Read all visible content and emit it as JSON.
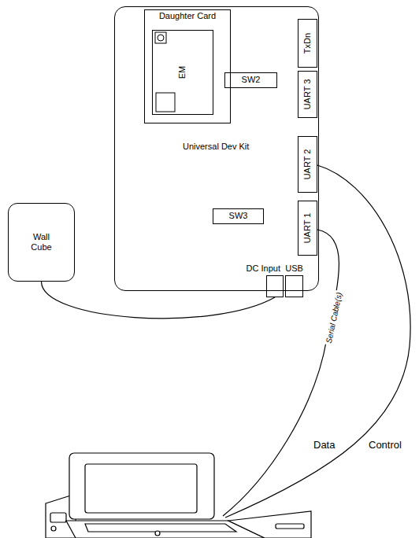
{
  "diagram": {
    "nodes": [
      {
        "text": [
          "Universal Dev Kit"
        ]
      },
      {
        "text": [
          "Daughter Card"
        ],
        "in": 0
      },
      {
        "text": [
          "EM"
        ],
        "in": 1
      },
      {
        "text": [
          "TxDn"
        ],
        "in": 0
      },
      {
        "text": [
          "SW2"
        ],
        "in": 0
      },
      {
        "text": [
          "UART 3"
        ],
        "in": 0
      },
      {
        "text": [
          "UART 2"
        ],
        "in": 0
      },
      {
        "text": [
          "SW3"
        ],
        "in": 0
      },
      {
        "text": [
          "UART 1"
        ],
        "in": 0
      },
      {
        "text": [
          "DC Input"
        ],
        "in": 0
      },
      {
        "text": [
          "USB"
        ],
        "in": 0
      },
      {
        "text": [
          "Wall Cube"
        ]
      }
    ],
    "edges": [
      {
        "from": 11,
        "to": 9,
        "arrow": "none"
      }
    ],
    "labels": [
      "Serial Cable(s)",
      "Data",
      "Control"
    ]
  }
}
